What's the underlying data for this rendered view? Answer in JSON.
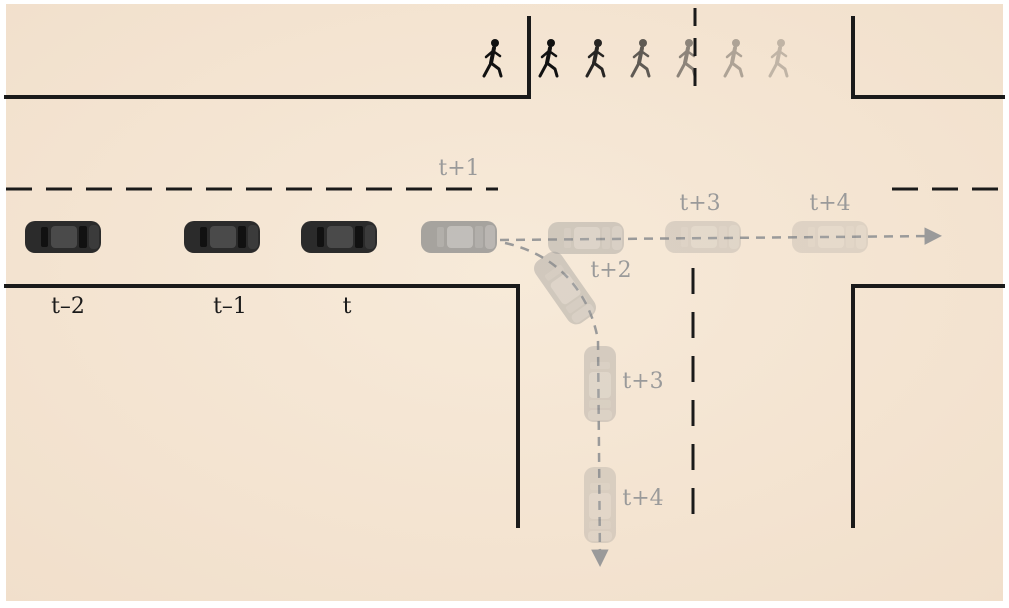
{
  "colors": {
    "background": "#f5e6d6",
    "road_line": "#1a1a1a",
    "observed_car": "#2b2b2b",
    "predicted_car": "#8c8c8c",
    "path_line": "#9a9a9a",
    "label_dark": "#1a1a1a",
    "label_light": "#9a9a9a"
  },
  "icons": {
    "car": "car-icon",
    "pedestrian": "pedestrian-icon",
    "trajectory": "dashed-arrow"
  },
  "cars": [
    {
      "id": "t-2",
      "label": "t–2",
      "opacity": 1.0,
      "phase": "observed"
    },
    {
      "id": "t-1",
      "label": "t–1",
      "opacity": 1.0,
      "phase": "observed"
    },
    {
      "id": "t",
      "label": "t",
      "opacity": 1.0,
      "phase": "observed"
    },
    {
      "id": "t+1",
      "label": "t+1",
      "opacity": 0.75,
      "phase": "predicted"
    },
    {
      "id": "t+2-straight",
      "label": "",
      "opacity": 0.35,
      "phase": "predicted"
    },
    {
      "id": "t+2-turn",
      "label": "t+2",
      "opacity": 0.35,
      "phase": "predicted"
    },
    {
      "id": "t+3-straight",
      "label": "t+3",
      "opacity": 0.25,
      "phase": "predicted"
    },
    {
      "id": "t+4-straight",
      "label": "t+4",
      "opacity": 0.2,
      "phase": "predicted"
    },
    {
      "id": "t+3-turn",
      "label": "t+3",
      "opacity": 0.3,
      "phase": "predicted"
    },
    {
      "id": "t+4-turn",
      "label": "t+4",
      "opacity": 0.25,
      "phase": "predicted"
    }
  ],
  "pedestrians": [
    {
      "opacity": 1.0
    },
    {
      "opacity": 1.0
    },
    {
      "opacity": 0.9
    },
    {
      "opacity": 0.65
    },
    {
      "opacity": 0.45
    },
    {
      "opacity": 0.3
    },
    {
      "opacity": 0.22
    }
  ]
}
